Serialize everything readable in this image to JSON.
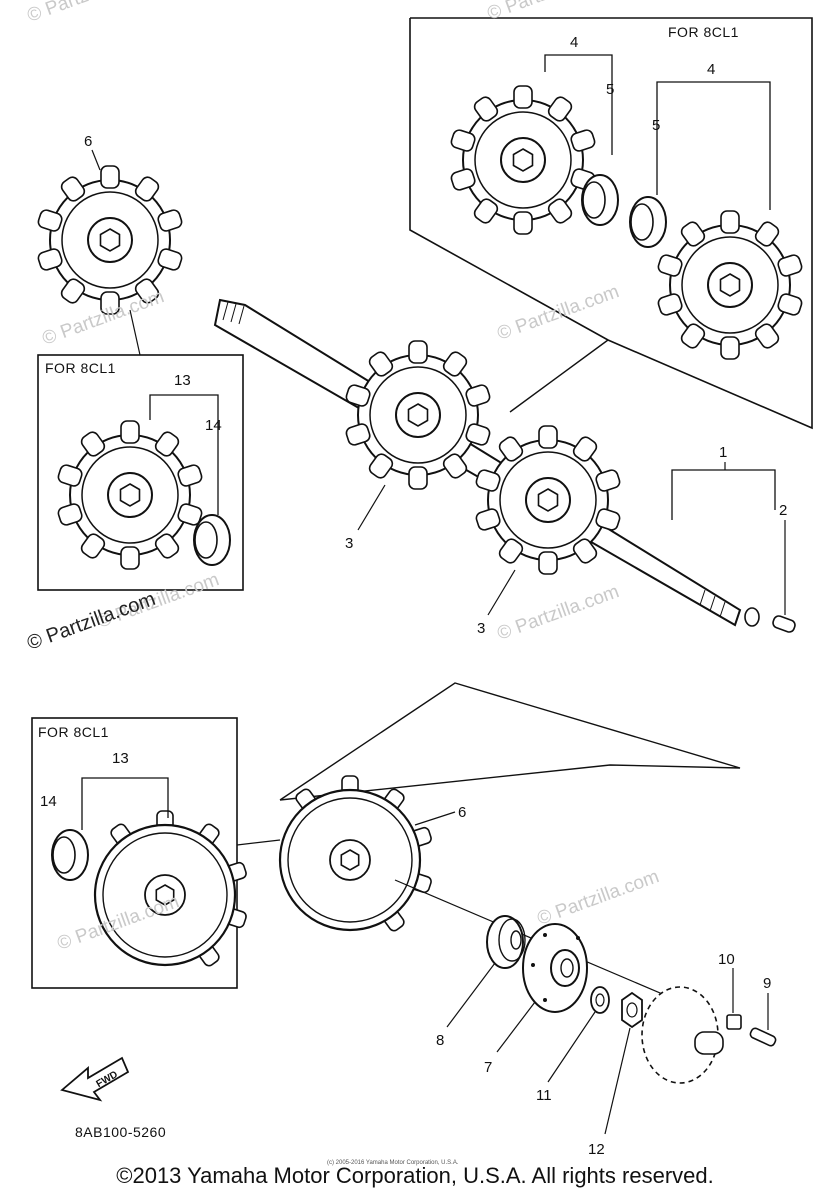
{
  "diagram": {
    "box_titles": [
      "FOR 8CL1",
      "FOR 8CL1",
      "FOR 8CL1"
    ],
    "part_labels": [
      "1",
      "2",
      "3",
      "3",
      "4",
      "4",
      "5",
      "5",
      "6",
      "6",
      "7",
      "8",
      "9",
      "10",
      "11",
      "12",
      "13",
      "13",
      "14",
      "14"
    ],
    "watermarks": [
      "© Partzilla.com",
      "© Partzilla.com",
      "© Partzilla.com",
      "© Partzilla.com",
      "© Partzilla.com",
      "© Partzilla.com",
      "© Partzilla.com",
      "© Partzilla"
    ],
    "watermark_main": "© Partzilla.com",
    "fwd_label": "FWD",
    "diagram_code": "8AB100-5260",
    "small_print": "(c) 2005-2016 Yamaha Motor Corporation, U.S.A."
  },
  "footer": {
    "copyright": "©2013 Yamaha Motor Corporation, U.S.A. All rights reserved."
  }
}
